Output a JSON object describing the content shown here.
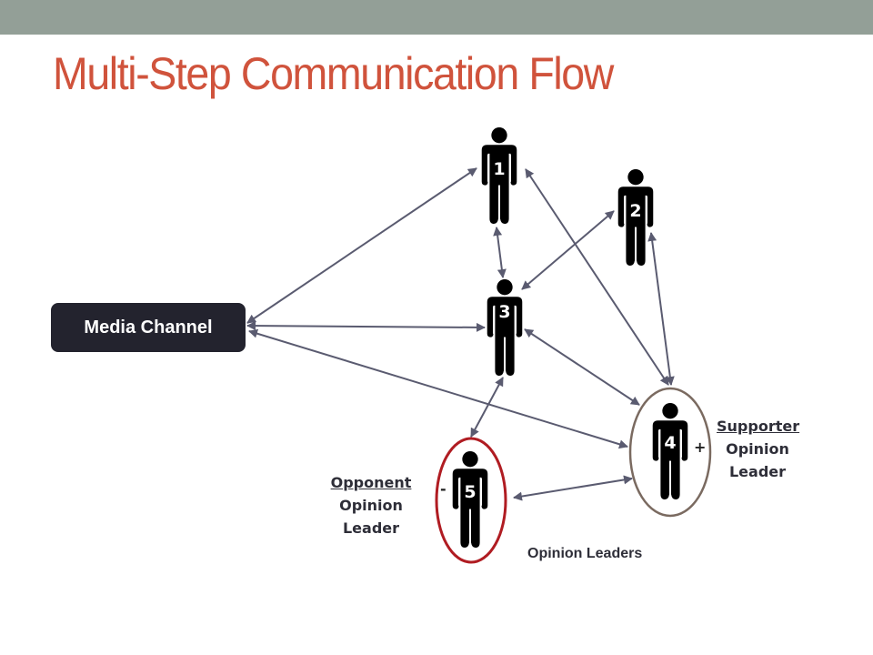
{
  "slide": {
    "title": "Multi-Step Communication Flow"
  },
  "nodes": {
    "media_channel": "Media Channel",
    "persons": [
      {
        "id": "1",
        "label": "1"
      },
      {
        "id": "2",
        "label": "2"
      },
      {
        "id": "3",
        "label": "3"
      },
      {
        "id": "4",
        "label": "4",
        "sign": "+",
        "role": "supporter"
      },
      {
        "id": "5",
        "label": "5",
        "sign": "-",
        "role": "opponent"
      }
    ]
  },
  "labels": {
    "supporter": {
      "line1": "Supporter",
      "line2": "Opinion",
      "line3": "Leader"
    },
    "opponent": {
      "line1": "Opponent",
      "line2": "Opinion",
      "line3": "Leader"
    },
    "group": "Opinion Leaders"
  },
  "edges": [
    {
      "from": "media_channel",
      "to": "1",
      "direction": "both"
    },
    {
      "from": "media_channel",
      "to": "3",
      "direction": "both"
    },
    {
      "from": "media_channel",
      "to": "4",
      "direction": "both"
    },
    {
      "from": "1",
      "to": "3",
      "direction": "both"
    },
    {
      "from": "3",
      "to": "2",
      "direction": "both"
    },
    {
      "from": "1",
      "to": "4",
      "direction": "both"
    },
    {
      "from": "2",
      "to": "4",
      "direction": "both"
    },
    {
      "from": "3",
      "to": "4",
      "direction": "both"
    },
    {
      "from": "3",
      "to": "5",
      "direction": "both"
    },
    {
      "from": "5",
      "to": "4",
      "direction": "both"
    }
  ],
  "colors": {
    "title": "#d0533c",
    "topbar": "#939f97",
    "arrow": "#5a5b70",
    "media_box": "#23232e",
    "supporter_ring": "#7a6a60",
    "opponent_ring": "#b01c22"
  }
}
